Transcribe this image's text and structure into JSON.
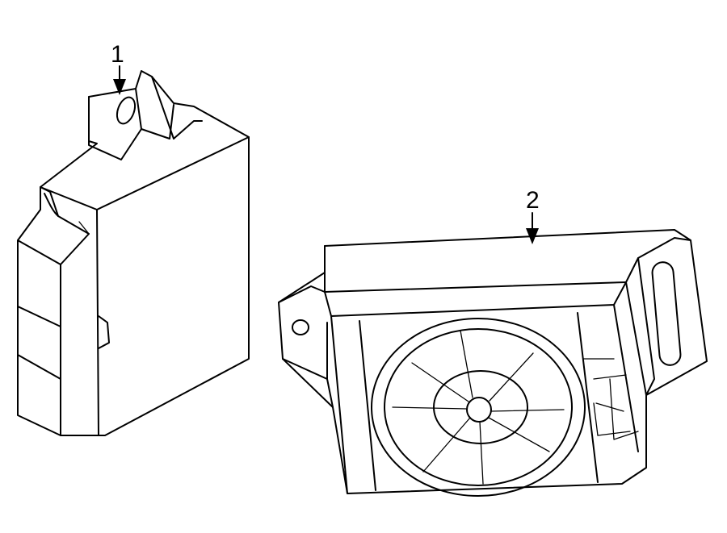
{
  "callouts": [
    {
      "number": "1",
      "part": "module"
    },
    {
      "number": "2",
      "part": "speaker"
    }
  ]
}
